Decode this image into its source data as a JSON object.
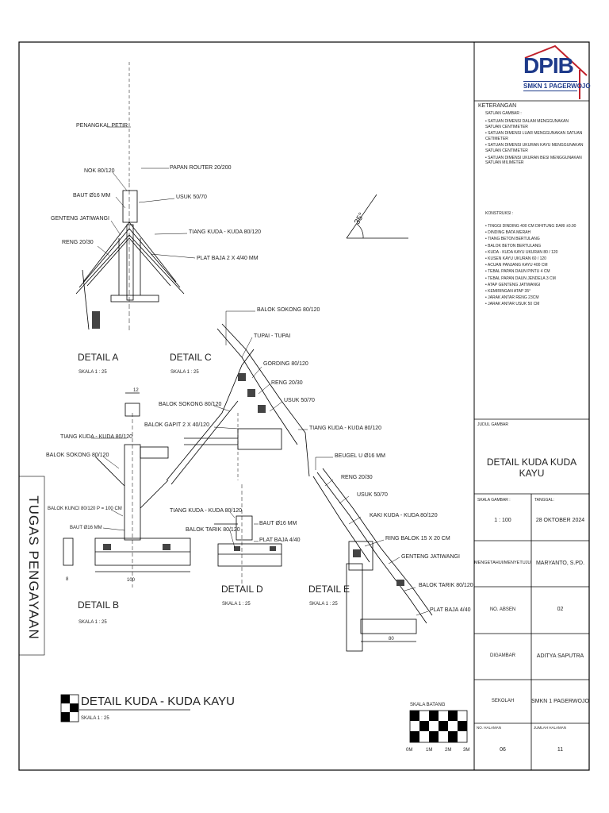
{
  "sheet": {
    "side_title": "TUGAS PENGAYAAN",
    "main_title": "DETAIL KUDA - KUDA KAYU",
    "main_scale": "SKALA 1 : 25"
  },
  "details": {
    "a": {
      "title": "DETAIL A",
      "scale": "SKALA 1 : 25"
    },
    "b": {
      "title": "DETAIL B",
      "scale": "SKALA 1 : 25"
    },
    "c": {
      "title": "DETAIL C",
      "scale": "SKALA 1 : 25"
    },
    "d": {
      "title": "DETAIL D",
      "scale": "SKALA 1 : 25"
    },
    "e": {
      "title": "DETAIL E",
      "scale": "SKALA 1 : 25"
    }
  },
  "labels": {
    "penangkal_petir": "PENANGKAL PETIR",
    "nok": "NOK 80/120",
    "papan_router": "PAPAN ROUTER 20/200",
    "baut_a": "BAUT Ø16 MM",
    "usuk_a": "USUK 50/70",
    "genteng_a": "GENTENG JATIWANGI",
    "tiang_kuda_a": "TIANG KUDA - KUDA 80/120",
    "reng_a": "RENG 20/30",
    "plat_baja_a": "PLAT BAJA 2 X 4/40 MM",
    "balok_sokong_c": "BALOK SOKONG 80/120",
    "tupai": "TUPAI - TUPAI",
    "gording": "GORDING 80/120",
    "reng_c": "RENG 20/30",
    "usuk_c": "USUK 50/70",
    "balok_sokong_b": "BALOK SOKONG 80/120",
    "balok_gapit": "BALOK GAPIT 2 X 40/120",
    "tiang_kuda_c": "TIANG KUDA - KUDA 80/120",
    "tiang_kuda_b": "TIANG KUDA - KUDA 80/120",
    "balok_sokong_b2": "BALOK SOKONG 80/120",
    "beugel": "BEUGEL U Ø16 MM",
    "reng_e": "RENG 20/30",
    "usuk_e": "USUK 50/70",
    "balok_kunci": "BALOK KUNCI 80/120 P = 100 CM",
    "tiang_kuda_d": "TIANG KUDA - KUDA 80/120",
    "kaki_kuda": "KAKI KUDA - KUDA 80/120",
    "baut_b": "BAUT Ø16 MM",
    "balok_tarik_d": "BALOK TARIK 80/120",
    "baut_d": "BAUT Ø16 MM",
    "plat_baja_d": "PLAT BAJA 4/40",
    "ring_balok": "RING BALOK 15 X 20 CM",
    "genteng_e": "GENTENG JATIWANGI",
    "balok_tarik_e": "BALOK TARIK 80/120",
    "plat_baja_e": "PLAT BAJA 4/40",
    "angle": "35°",
    "dim_100": "100",
    "dim_80": "80",
    "dim_12": "12",
    "dim_8": "8"
  },
  "scale_bar": {
    "title": "SKALA BATANG",
    "ticks": [
      "0M",
      "1M",
      "2M",
      "3M"
    ]
  },
  "title_block": {
    "logo_text": "DPIB",
    "logo_sub": "SMKN 1 PAGERWOJO",
    "keterangan_title": "KETERANGAN",
    "satuan_title": "SATUAN GAMBAR :",
    "notes_satuan": [
      "SATUAN DIMENSI DALAM MENGGUNAKAN SATUAN CENTIMETER",
      "SATUAN DIMENSI LUAR MENGGUNAKAN SATUAN CETIMETER",
      "SATUAN DIMENSI UKURAN KAYU MENGGUNAKAN SATUAN CENTIMETER",
      "SATUAN DIMENSI UKURAN BESI MENGGUNAKAN SATUAN MILIMETER"
    ],
    "konstruksi_title": "KONSTRUKSI :",
    "notes_konstruksi": [
      "TINGGI DINDING 400 CM DIHITUNG DARI ±0.00",
      "DINDING BATA MERAH",
      "TIANG BETON BERTULANG",
      "BALOK BETON BERTULANG",
      "KUDA - KUDA KAYU UKURAN 80 / 120",
      "KUSEN KAYU UKURAN 60 / 120",
      "ACUAN PANJANG KAYU 400 CM",
      "TEBAL PAPAN DAUN PINTU 4 CM",
      "TEBAL PAPAN DAUN JENDELA 3 CM",
      "ATAP GENTENG JATIWANGI",
      "KEMIRINGAN ATAP 35°",
      "JARAK ANTAR RENG 23CM",
      "JARAK ANTAR USUK 50 CM"
    ],
    "judul_label": "JUDUL GAMBAR",
    "judul_value": "DETAIL KUDA KUDA KAYU",
    "skala_label": "SKALA GAMBAR :",
    "skala_value": "1 : 100",
    "tanggal_label": "TANGGAL:",
    "tanggal_value": "28 OKTOBER 2024",
    "mengetahui_label": "MENGETAHUI/MENYETUJUI",
    "mengetahui_value": "MARYANTO, S.PD.",
    "absen_label": "NO. ABSEN",
    "absen_value": "02",
    "digambar_label": "DIGAMBAR",
    "digambar_value": "ADITYA SAPUTRA",
    "sekolah_label": "SEKOLAH",
    "sekolah_value": "SMKN 1 PAGERWOJO",
    "halaman_label": "NO. HALAMAN",
    "halaman_value": "06",
    "jumlah_label": "JUMLAH HALAMAN",
    "jumlah_value": "11"
  }
}
